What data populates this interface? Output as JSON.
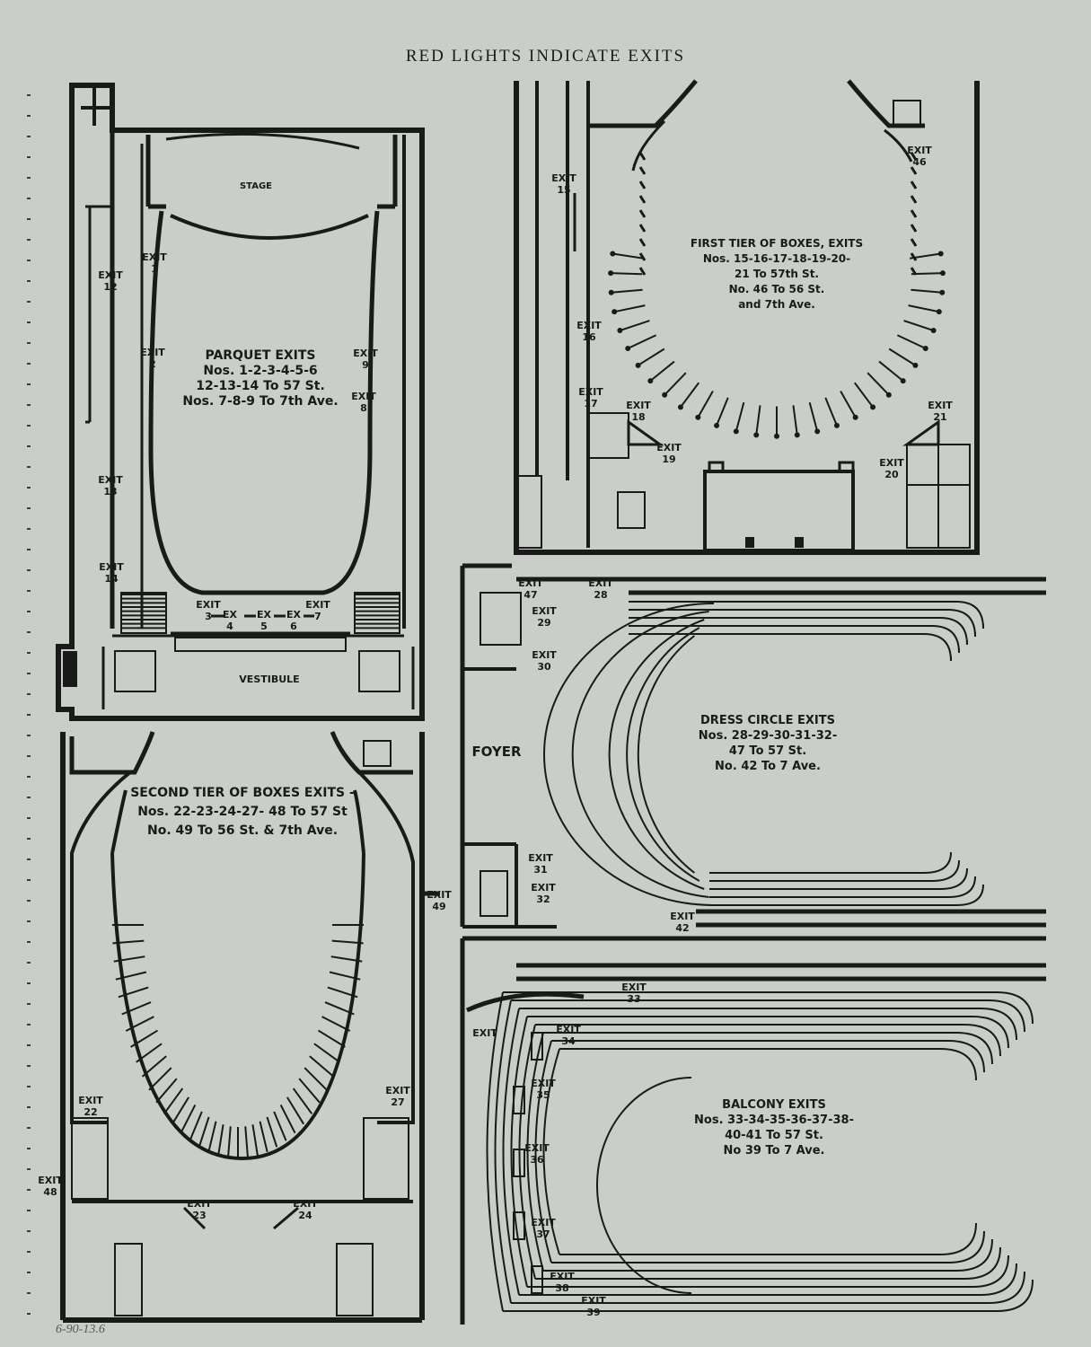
{
  "page": {
    "title": "RED LIGHTS INDICATE EXITS",
    "margin_note": "6-90-13.6"
  },
  "parquet": {
    "caption": [
      "PARQUET EXITS",
      "Nos. 1-2-3-4-5-6",
      "12-13-14 To 57 St.",
      "Nos. 7-8-9 To 7th Ave."
    ],
    "stage": "STAGE",
    "vestibule": "VESTIBULE",
    "exits": [
      "EXIT 1",
      "EXIT 2",
      "EXIT 3",
      "EX 4",
      "EX 5",
      "EX 6",
      "EXIT 7",
      "EXIT 8",
      "EXIT 9",
      "EXIT 12",
      "EXIT 13",
      "EXIT 14"
    ]
  },
  "first_tier": {
    "caption": [
      "FIRST TIER OF BOXES, EXITS",
      "Nos. 15-16-17-18-19-20-",
      "21 To 57th St.",
      "No. 46 To 56 St.",
      "and 7th Ave."
    ],
    "exits": [
      "EXIT 15",
      "EXIT 16",
      "EXIT 17",
      "EXIT 18",
      "EXIT 19",
      "EXIT 20",
      "EXIT 21",
      "EXIT 46"
    ]
  },
  "second_tier": {
    "caption": [
      "SECOND TIER OF BOXES EXITS -",
      "Nos. 22-23-24-27- 48 To 57 St",
      "No. 49 To 56 St. & 7th Ave."
    ],
    "exits": [
      "EXIT 22",
      "EXIT 23",
      "EXIT 24",
      "EXIT 27",
      "EXIT 48",
      "EXIT 49"
    ]
  },
  "dress_circle": {
    "caption": [
      "DRESS CIRCLE EXITS",
      "Nos. 28-29-30-31-32-",
      "47 To 57 St.",
      "No. 42 To 7 Ave."
    ],
    "foyer": "FOYER",
    "exits": [
      "EXIT 28",
      "EXIT 29",
      "EXIT 30",
      "EXIT 31",
      "EXIT 32",
      "EXIT 42",
      "EXIT 47"
    ]
  },
  "balcony": {
    "caption": [
      "BALCONY EXITS",
      "Nos. 33-34-35-36-37-38-",
      "40-41 To 57 St.",
      "No 39 To 7 Ave."
    ],
    "exits": [
      "EXIT 33",
      "EXIT 34",
      "EXIT 35",
      "EXIT 36",
      "EXIT 37",
      "EXIT 38",
      "EXIT 39",
      "EXIT"
    ]
  }
}
